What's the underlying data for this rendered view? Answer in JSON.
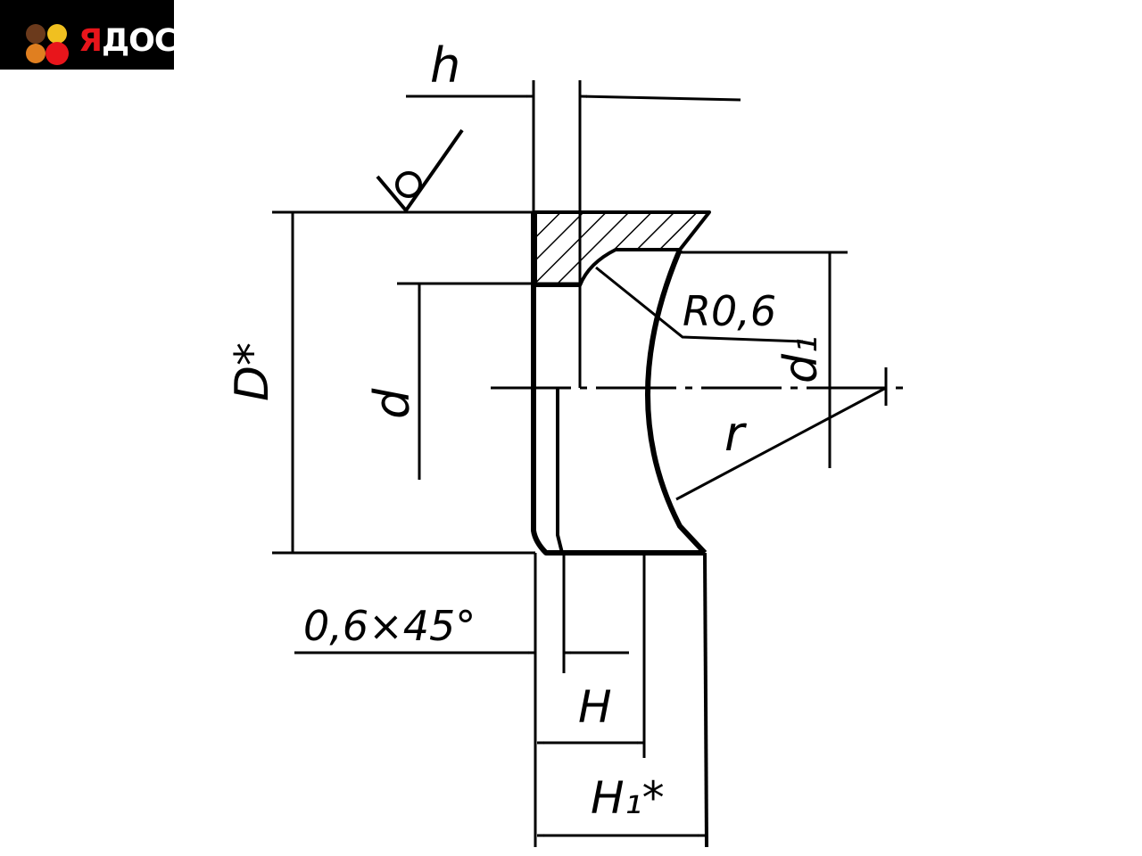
{
  "logo": {
    "ya": "Я",
    "rest": "ДОСКА",
    "dot_colors": [
      "#6b3a1c",
      "#e8151b",
      "#f0c020",
      "#e07f20"
    ]
  },
  "labels": {
    "h": "h",
    "D_star": "D*",
    "d": "d",
    "d1": "d₁",
    "r": "r",
    "R06": "R0,6",
    "chamfer": "0,6×45°",
    "H": "H",
    "H1_star": "H₁*"
  }
}
